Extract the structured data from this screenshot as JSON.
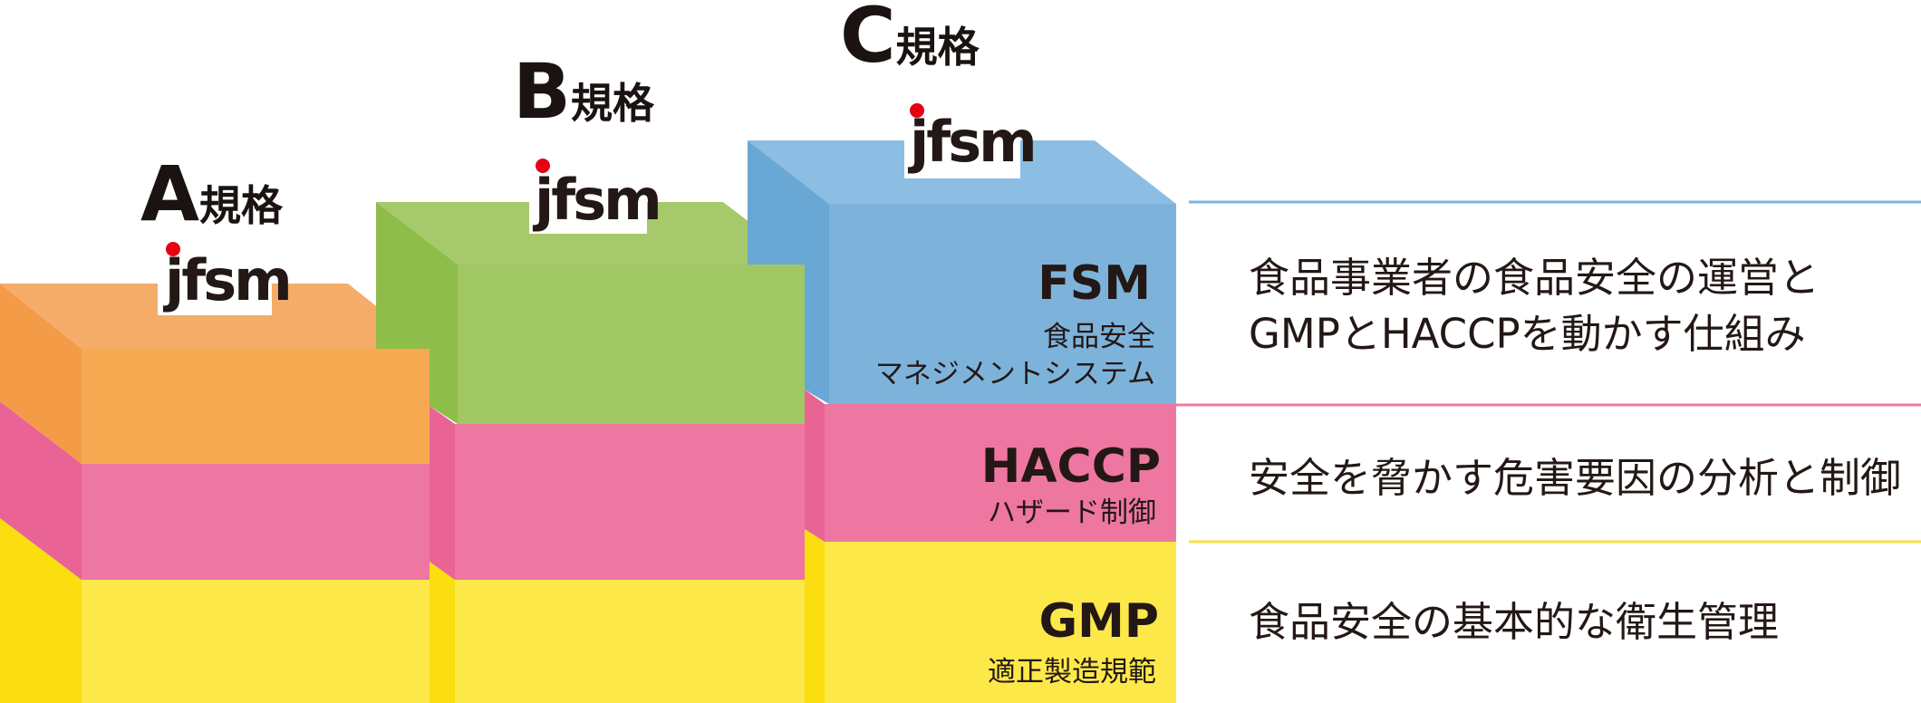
{
  "standards": [
    {
      "letter": "A",
      "suffix": "規格",
      "logo": "jfsm"
    },
    {
      "letter": "B",
      "suffix": "規格",
      "logo": "jfsm"
    },
    {
      "letter": "C",
      "suffix": "規格",
      "logo": "jfsm"
    }
  ],
  "layers": {
    "fsm": {
      "title": "FSM",
      "sub_line1": "食品安全",
      "sub_line2": "マネジメントシステム",
      "desc_line1": "食品事業者の食品安全の運営と",
      "desc_line2": "GMPとHACCPを動かす仕組み",
      "line_color": "#7fb4dc"
    },
    "haccp": {
      "title": "HACCP",
      "sub": "ハザード制御",
      "desc": "安全を脅かす危害要因の分析と制御",
      "line_color": "#ee7aa3"
    },
    "gmp": {
      "title": "GMP",
      "sub": "適正製造規範",
      "desc": "食品安全の基本的な衛生管理",
      "line_color": "#f7e14a"
    }
  },
  "colors": {
    "orange": "#f7a952",
    "green": "#a1c764",
    "blue": "#7db3db",
    "pink": "#ee77a1",
    "yellow": "#fde84a"
  }
}
